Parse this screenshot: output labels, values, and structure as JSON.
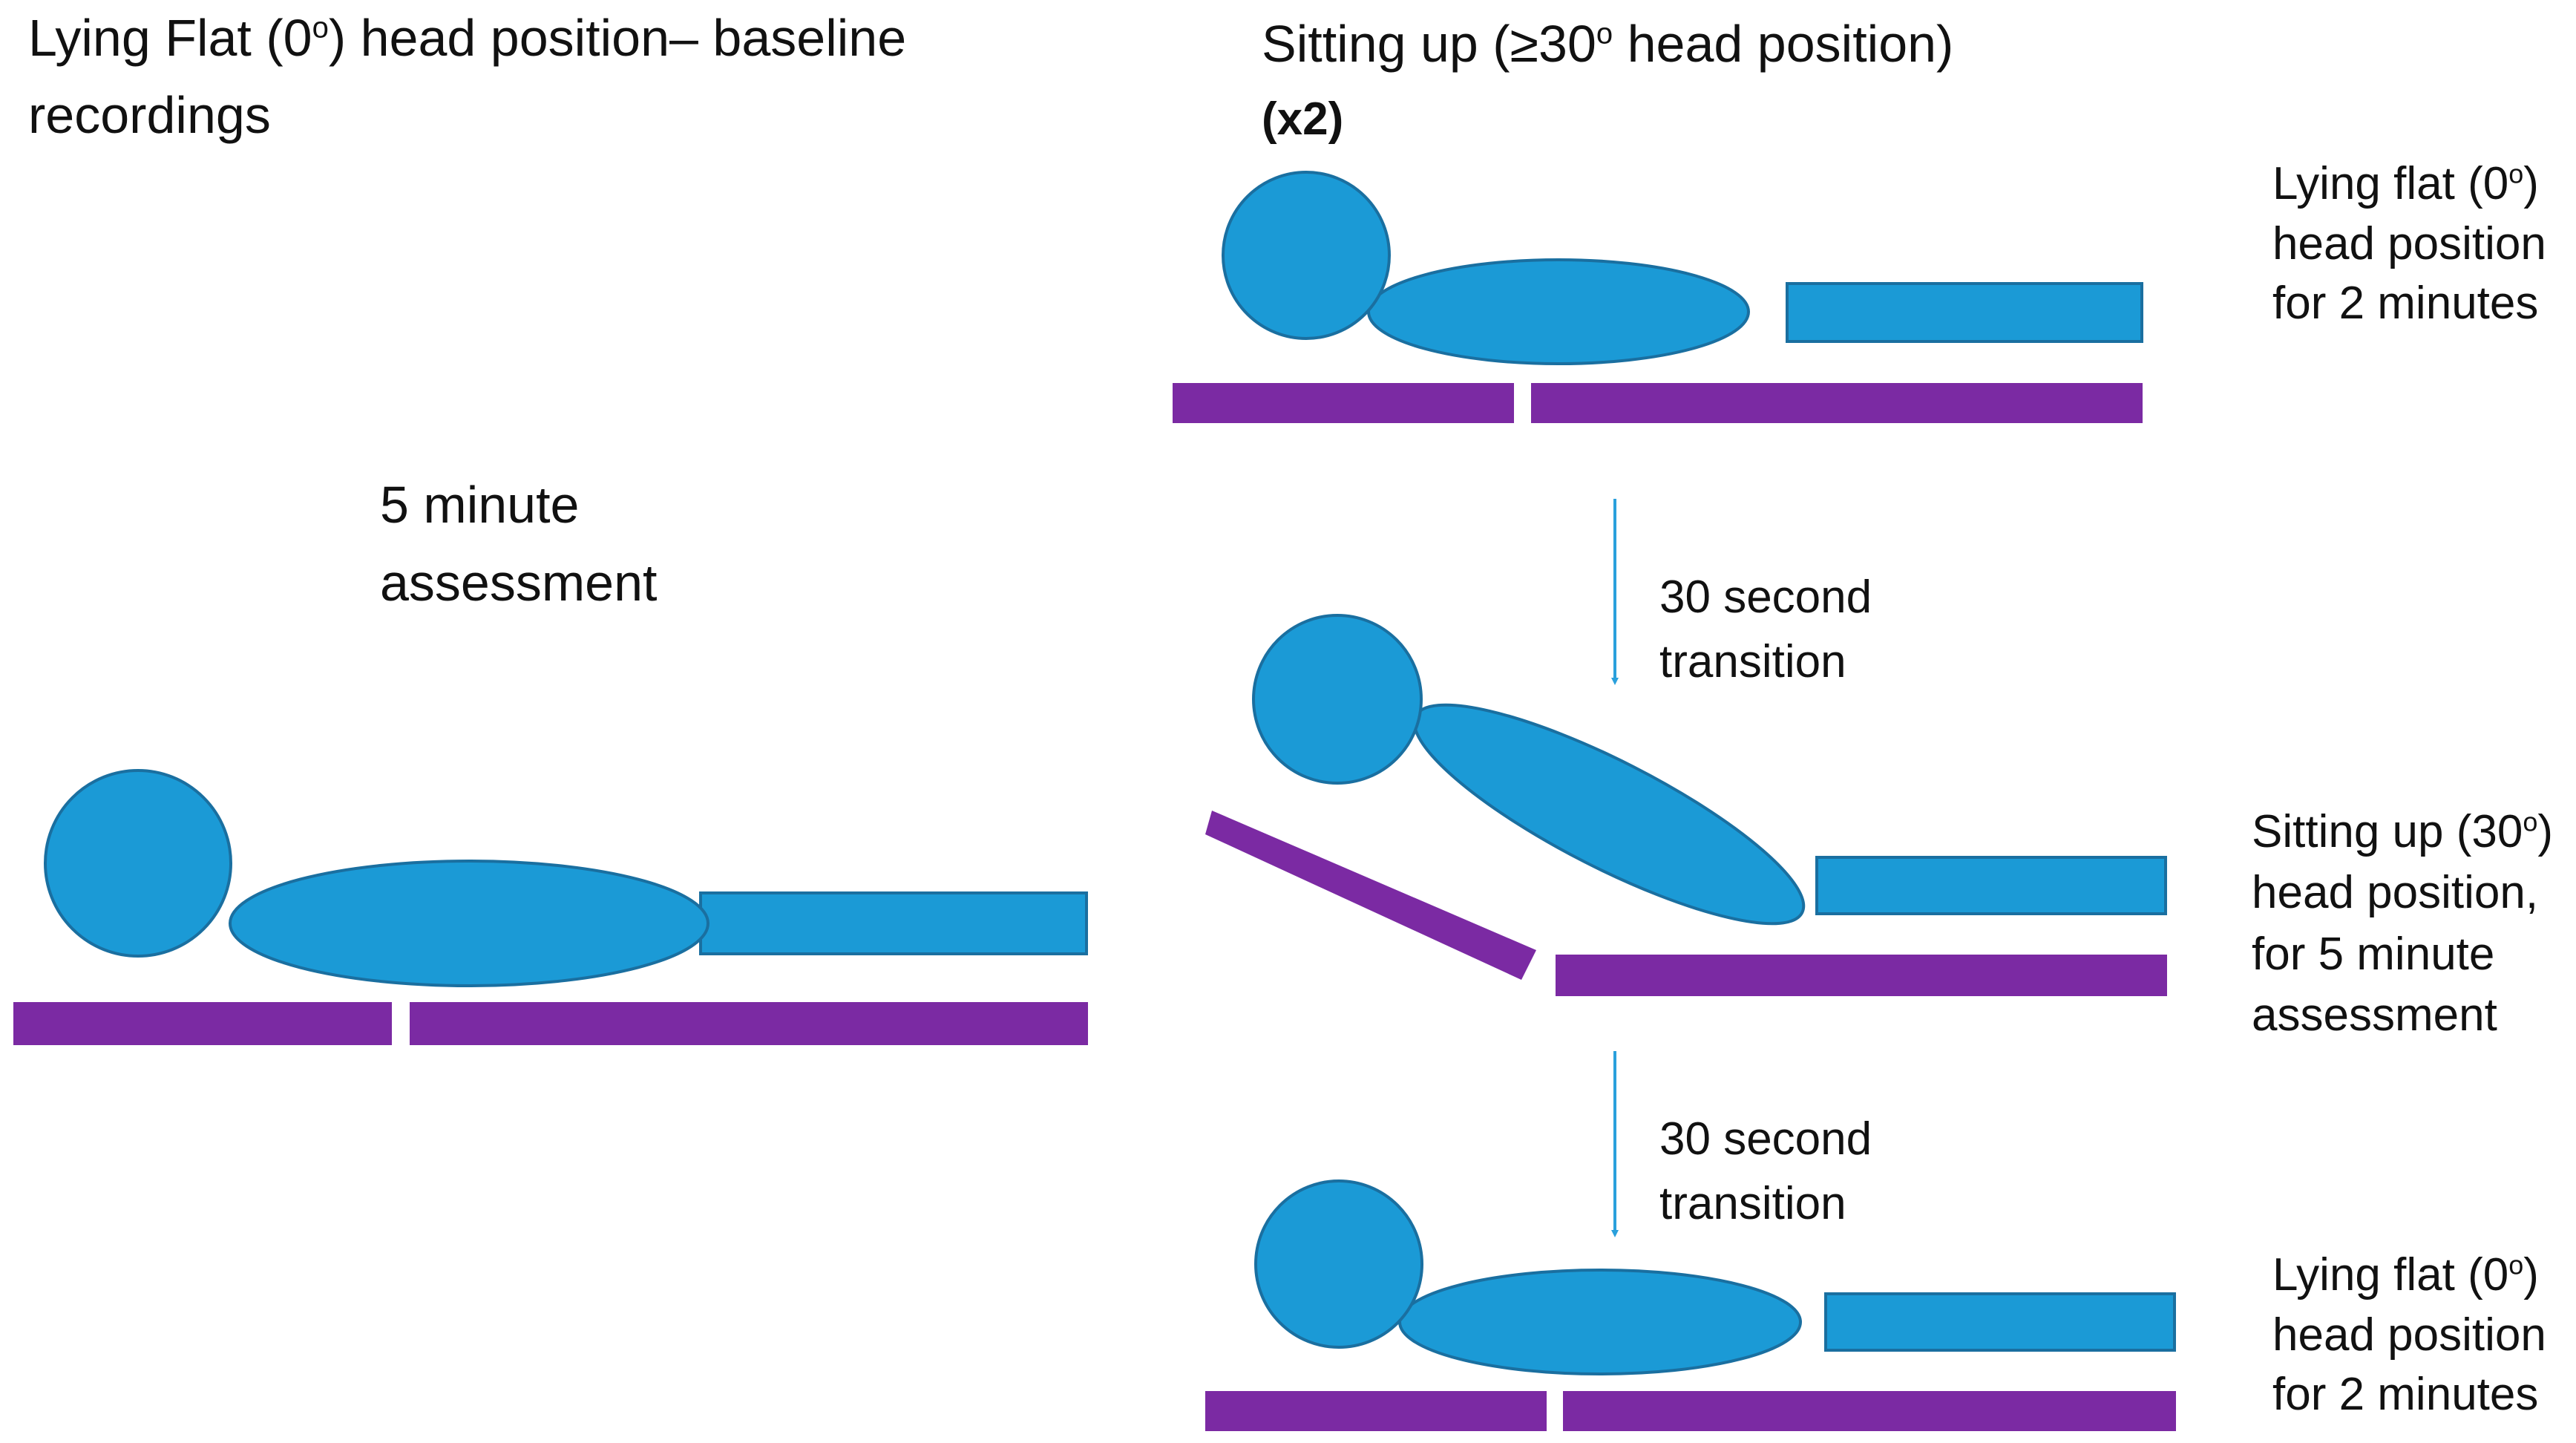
{
  "baseline": {
    "heading_part1": "Lying Flat (0",
    "degree": "o",
    "heading_part2": ") head position– baseline\nrecordings",
    "duration_label": "5 minute\nassessment"
  },
  "protocol": {
    "heading_part1": "Sitting up (≥30",
    "degree": "o",
    "heading_part2": " head position)",
    "repeat_label": "(x2)",
    "step1_part1": "Lying flat (0",
    "step1_degree": "o",
    "step1_part2": ")\nhead position\nfor 2 minutes",
    "transition1_label": "30 second\ntransition",
    "step2_part1": "Sitting up (30",
    "step2_degree": "o",
    "step2_part2": ")\nhead position,\nfor  5 minute\nassessment",
    "transition2_label": "30 second\ntransition",
    "step3_part1": "Lying flat (0",
    "step3_degree": "o",
    "step3_part2": ")\nhead position\nfor 2 minutes"
  },
  "colors": {
    "figure_fill": "#1b9ad6",
    "figure_stroke": "#1a6fa0",
    "bed": "#7b2aa3",
    "arrow": "#2aa0dc"
  }
}
